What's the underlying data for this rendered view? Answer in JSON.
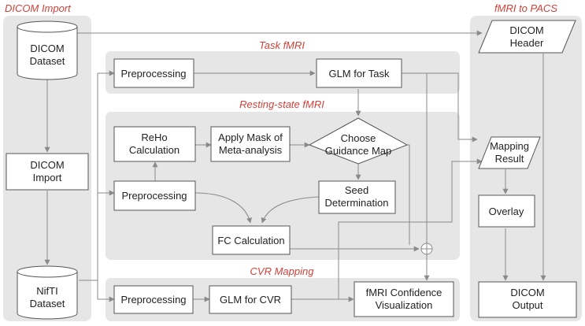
{
  "panels": {
    "dicom_import": "DICOM Import",
    "task_fmri": "Task fMRI",
    "resting_state_fmri": "Resting-state fMRI",
    "cvr_mapping": "CVR Mapping",
    "fmri_to_pacs": "fMRI to PACS"
  },
  "nodes": {
    "dicom_dataset": [
      "DICOM",
      "Dataset"
    ],
    "dicom_import": [
      "DICOM",
      "Import"
    ],
    "niftI_dataset": [
      "NifTI",
      "Dataset"
    ],
    "task_preprocessing": [
      "Preprocessing"
    ],
    "glm_task": [
      "GLM for Task"
    ],
    "reho": [
      "ReHo",
      "Calculation"
    ],
    "apply_mask": [
      "Apply Mask of",
      "Meta-analysis"
    ],
    "choose_map": [
      "Choose",
      "Guidance Map"
    ],
    "rest_preprocessing": [
      "Preprocessing"
    ],
    "seed": [
      "Seed",
      "Determination"
    ],
    "fc": [
      "FC Calculation"
    ],
    "cvr_preprocessing": [
      "Preprocessing"
    ],
    "glm_cvr": [
      "GLM for CVR"
    ],
    "confidence": [
      "fMRI Confidence",
      "Visualization"
    ],
    "dicom_header": [
      "DICOM",
      "Header"
    ],
    "mapping_result": [
      "Mapping",
      "Result"
    ],
    "overlay": [
      "Overlay"
    ],
    "dicom_output": [
      "DICOM",
      "Output"
    ]
  },
  "symbols": {
    "combine": "⊕"
  }
}
